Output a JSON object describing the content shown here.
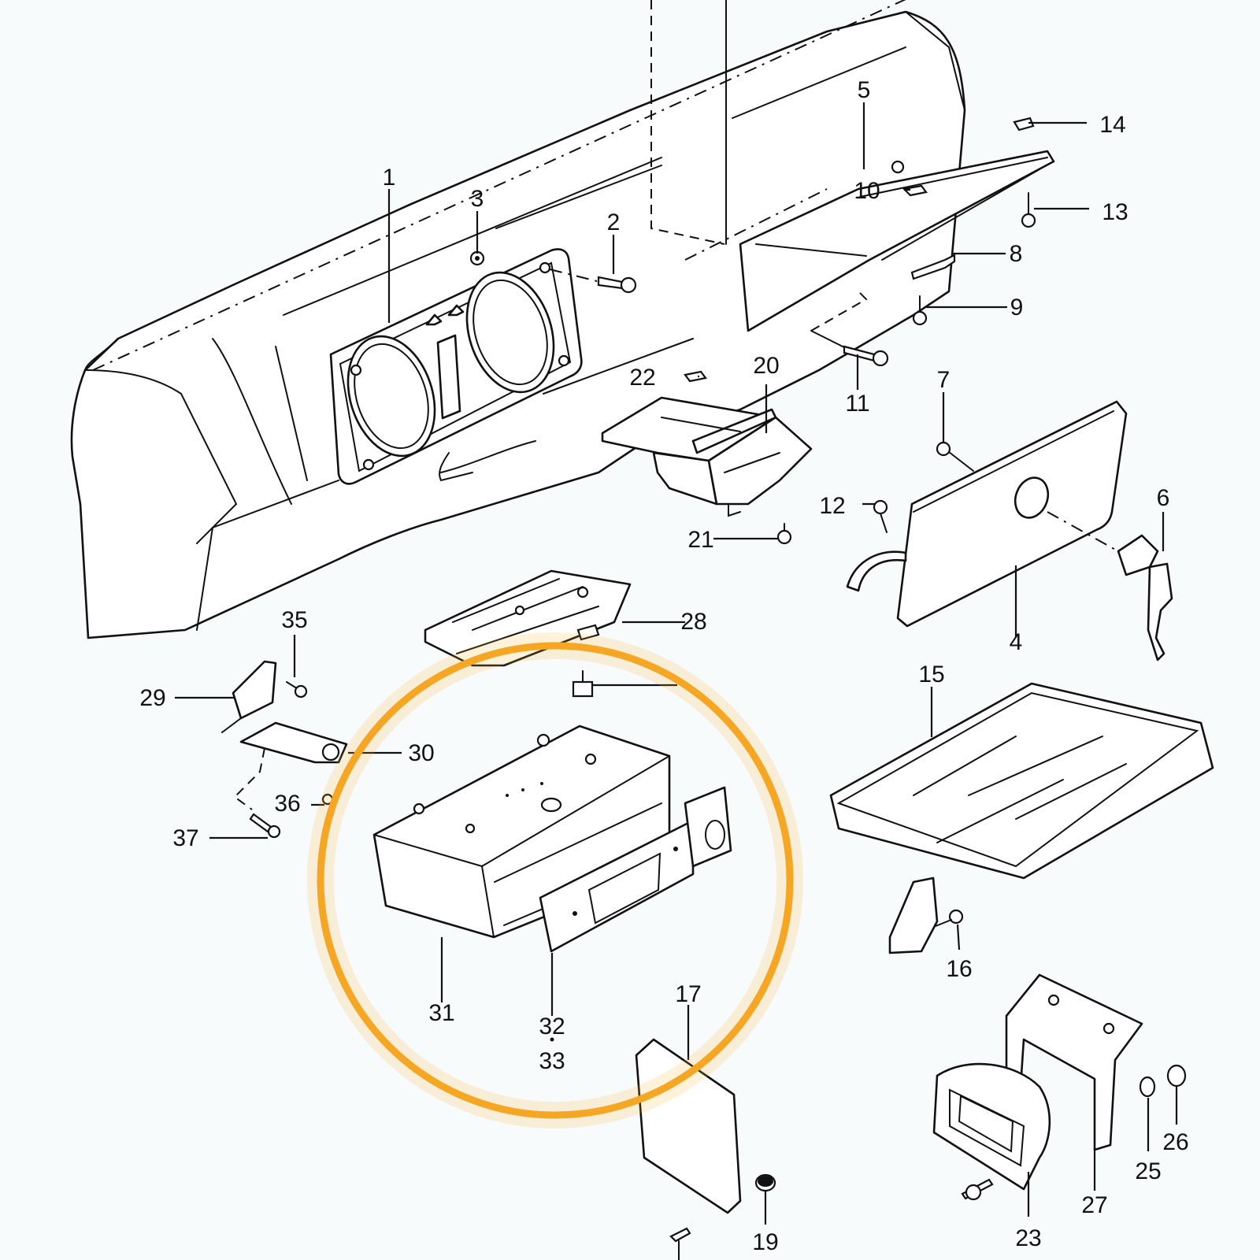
{
  "diagram": {
    "callouts": [
      {
        "id": "c1",
        "label": "1"
      },
      {
        "id": "c2",
        "label": "2"
      },
      {
        "id": "c3",
        "label": "3"
      },
      {
        "id": "c4",
        "label": "4"
      },
      {
        "id": "c5",
        "label": "5"
      },
      {
        "id": "c6",
        "label": "6"
      },
      {
        "id": "c7",
        "label": "7"
      },
      {
        "id": "c8",
        "label": "8"
      },
      {
        "id": "c9",
        "label": "9"
      },
      {
        "id": "c10",
        "label": "10"
      },
      {
        "id": "c11",
        "label": "11"
      },
      {
        "id": "c12",
        "label": "12"
      },
      {
        "id": "c13",
        "label": "13"
      },
      {
        "id": "c14",
        "label": "14"
      },
      {
        "id": "c15",
        "label": "15"
      },
      {
        "id": "c16",
        "label": "16"
      },
      {
        "id": "c17",
        "label": "17"
      },
      {
        "id": "c19",
        "label": "19"
      },
      {
        "id": "c20",
        "label": "20"
      },
      {
        "id": "c21",
        "label": "21"
      },
      {
        "id": "c22",
        "label": "22"
      },
      {
        "id": "c23",
        "label": "23"
      },
      {
        "id": "c25",
        "label": "25"
      },
      {
        "id": "c26",
        "label": "26"
      },
      {
        "id": "c27",
        "label": "27"
      },
      {
        "id": "c28",
        "label": "28"
      },
      {
        "id": "c29",
        "label": "29"
      },
      {
        "id": "c30",
        "label": "30"
      },
      {
        "id": "c31",
        "label": "31"
      },
      {
        "id": "c32",
        "label": "32"
      },
      {
        "id": "c33",
        "label": "33"
      },
      {
        "id": "c35",
        "label": "35"
      },
      {
        "id": "c36",
        "label": "36"
      },
      {
        "id": "c37",
        "label": "37"
      }
    ],
    "highlight": {
      "color": "#f5a623",
      "glow_color": "#f7b733"
    }
  }
}
